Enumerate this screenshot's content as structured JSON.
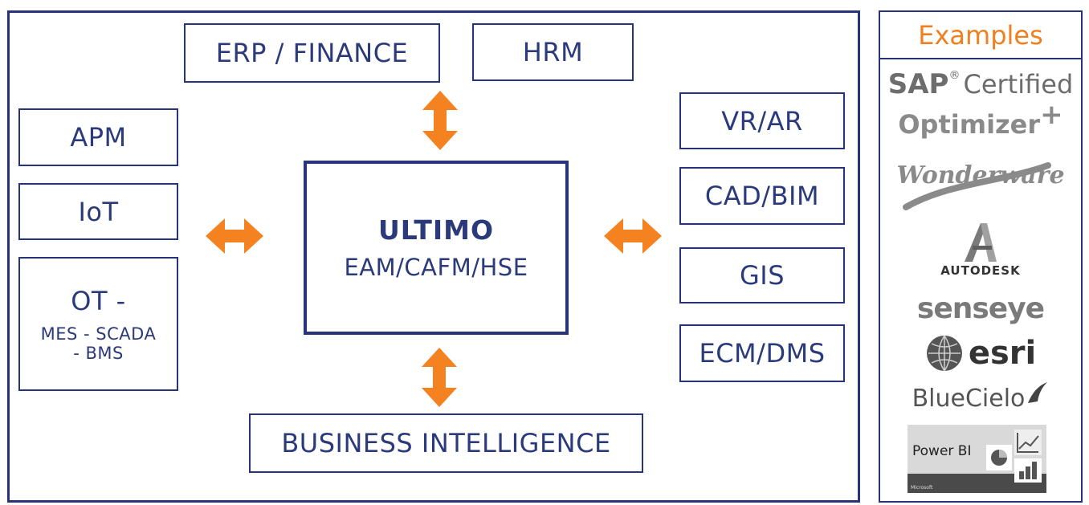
{
  "colors": {
    "navy": "#27337a",
    "orange": "#f58220",
    "gray": "#6d6d6d"
  },
  "top": {
    "erp": "ERP / FINANCE",
    "hrm": "HRM"
  },
  "left": {
    "apm": "APM",
    "iot": "IoT",
    "ot_title": "OT -",
    "ot_sub1": "MES - SCADA",
    "ot_sub2": "- BMS"
  },
  "center": {
    "title": "ULTIMO",
    "subtitle": "EAM/CAFM/HSE"
  },
  "right": {
    "vrar": "VR/AR",
    "cadbim": "CAD/BIM",
    "gis": "GIS",
    "ecm": "ECM/DMS"
  },
  "bottom": {
    "bi": "BUSINESS INTELLIGENCE"
  },
  "examples": {
    "title": "Examples",
    "sap": "SAP",
    "sap_mark": "®",
    "sap_certified": "Certified",
    "optimizer": "Optimizer",
    "optimizer_plus": "+",
    "wonderware": "Wonderware",
    "autodesk": "AUTODESK",
    "senseye": "senseye",
    "esri": "esri",
    "bluecielo": "BlueCielo",
    "powerbi": "Power BI",
    "microsoft": "Microsoft"
  }
}
